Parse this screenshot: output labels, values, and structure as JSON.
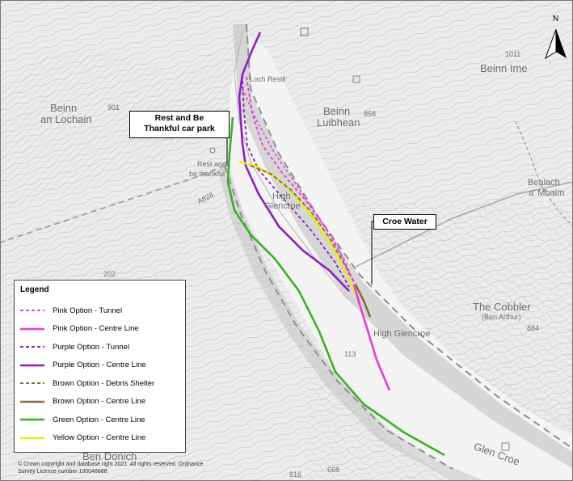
{
  "title": "",
  "labels": {
    "beinn_an_lochain_1": "Beinn",
    "beinn_an_lochain_2": "an Lochain",
    "spot_901": "901",
    "beinn_luibhean_1": "Beinn",
    "beinn_luibhean_2": "Luibhean",
    "spot_858": "858",
    "beinn_ime": "Beinn Ime",
    "spot_1011": "1011",
    "bealach_1": "Bealach",
    "bealach_2": "a' Mhaim",
    "rest_be_thankful_1": "Rest and",
    "rest_be_thankful_2": "be thankful",
    "loch_restil": "Loch Restil",
    "high_glencroe_1": "High",
    "high_glencroe_2": "Glencroe",
    "high_glencroe_lower": "High Glencroe",
    "the_cobbler": "The Cobbler",
    "ben_arthur": "(Ben Arthur)",
    "spot_884": "884",
    "spot_113": "113",
    "spot_202": "202",
    "road_a828": "A828",
    "ben_donich": "Ben Donich",
    "glen_croe": "Glen Croe",
    "spot_816": "816",
    "spot_668": "668"
  },
  "callouts": {
    "car_park_line1": "Rest and Be",
    "car_park_line2": "Thankful car park",
    "croe_water": "Croe Water"
  },
  "north_arrow": {
    "label": "N"
  },
  "legend": {
    "title": "Legend",
    "items": [
      {
        "label": "Pink Option - Tunnel",
        "color": "#e83ccf",
        "dashed": true
      },
      {
        "label": "Pink Option - Centre Line",
        "color": "#e83ccf",
        "dashed": false
      },
      {
        "label": "Purple Option - Tunnel",
        "color": "#8b1fc2",
        "dashed": true
      },
      {
        "label": "Purple Option - Centre Line",
        "color": "#8b1fc2",
        "dashed": false
      },
      {
        "label": "Brown Option - Debris Shelter",
        "color": "#8a6a3a",
        "dashed": true
      },
      {
        "label": "Brown Option - Centre Line",
        "color": "#8a6a3a",
        "dashed": false
      },
      {
        "label": "Green Option - Centre Line",
        "color": "#3fae2a",
        "dashed": false
      },
      {
        "label": "Yellow Option - Centre Line",
        "color": "#e8e822",
        "dashed": false
      }
    ]
  },
  "copyright": {
    "line1": "© Crown copyright and database right 2021. All rights reserved. Ordnance",
    "line2": "Survey Licence number 100046668"
  }
}
